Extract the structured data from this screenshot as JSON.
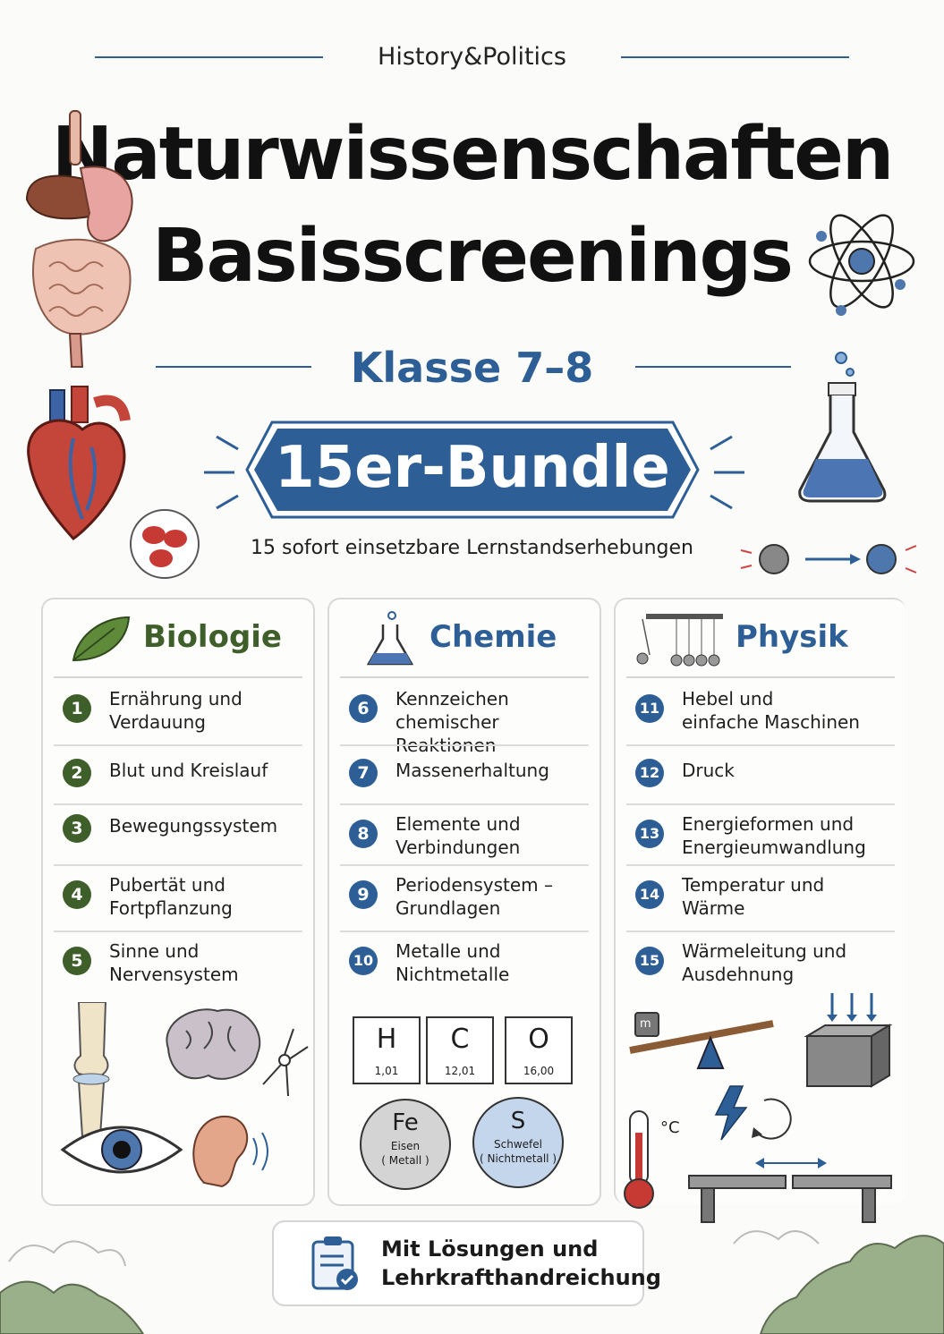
{
  "brand": "History&Politics",
  "title_line1": "Naturwissenschaften",
  "title_line2": "Basisscreenings",
  "grade": "Klasse 7–8",
  "bundle": "15er-Bundle",
  "subtitle": "15 sofort einsetzbare Lernstandserhebungen",
  "colors": {
    "blue": "#2d5f96",
    "green": "#3f5f2a"
  },
  "biologie": {
    "title": "Biologie",
    "items": [
      {
        "n": "1",
        "l1": "Ernährung und",
        "l2": "Verdauung"
      },
      {
        "n": "2",
        "l1": "Blut und Kreislauf",
        "l2": ""
      },
      {
        "n": "3",
        "l1": "Bewegungssystem",
        "l2": ""
      },
      {
        "n": "4",
        "l1": "Pubertät und",
        "l2": "Fortpflanzung"
      },
      {
        "n": "5",
        "l1": "Sinne und",
        "l2": "Nervensystem"
      }
    ]
  },
  "chemie": {
    "title": "Chemie",
    "items": [
      {
        "n": "6",
        "l1": "Kennzeichen",
        "l2": "chemischer Reaktionen"
      },
      {
        "n": "7",
        "l1": "Massenerhaltung",
        "l2": ""
      },
      {
        "n": "8",
        "l1": "Elemente und",
        "l2": "Verbindungen"
      },
      {
        "n": "9",
        "l1": "Periodensystem –",
        "l2": "Grundlagen"
      },
      {
        "n": "10",
        "l1": "Metalle und",
        "l2": "Nichtmetalle"
      }
    ],
    "elements": [
      {
        "sym": "H",
        "mass": "1,01"
      },
      {
        "sym": "C",
        "mass": "12,01"
      },
      {
        "sym": "O",
        "mass": "16,00"
      }
    ],
    "fe": {
      "sym": "Fe",
      "l1": "Eisen",
      "l2": "( Metall )"
    },
    "s": {
      "sym": "S",
      "l1": "Schwefel",
      "l2": "( Nichtmetall )"
    }
  },
  "physik": {
    "title": "Physik",
    "items": [
      {
        "n": "11",
        "l1": "Hebel und",
        "l2": "einfache Maschinen"
      },
      {
        "n": "12",
        "l1": "Druck",
        "l2": ""
      },
      {
        "n": "13",
        "l1": "Energieformen und",
        "l2": "Energieumwandlung"
      },
      {
        "n": "14",
        "l1": "Temperatur und",
        "l2": "Wärme"
      },
      {
        "n": "15",
        "l1": "Wärmeleitung und",
        "l2": "Ausdehnung"
      }
    ],
    "weight_label": "m",
    "temp_unit": "°C"
  },
  "footer": {
    "l1": "Mit Lösungen und",
    "l2": "Lehrkrafthandreichung"
  }
}
